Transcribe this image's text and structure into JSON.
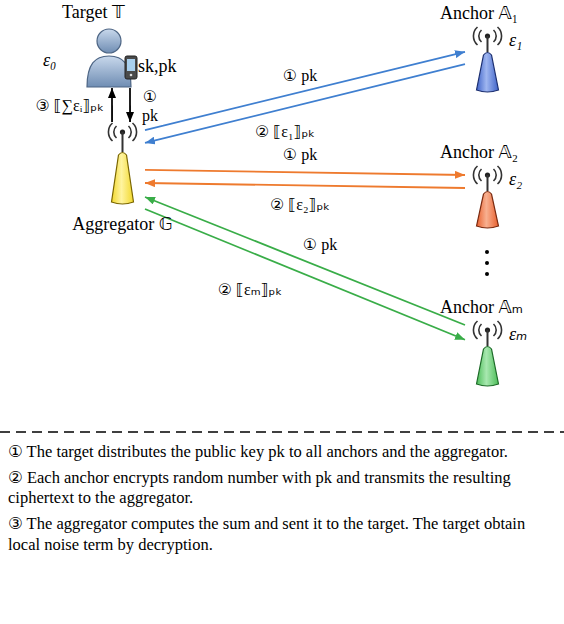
{
  "diagram": {
    "nodes": [
      {
        "text": [
          "Target 𝕋",
          "ε₀",
          "sk,pk"
        ]
      },
      {
        "text": [
          "Aggregator 𝔾"
        ]
      },
      {
        "text": [
          "Anchor 𝔸₁",
          "ε₁"
        ]
      },
      {
        "text": [
          "Anchor 𝔸₂",
          "ε₂"
        ]
      },
      {
        "text": [
          "Anchor 𝔸ₘ",
          "εₘ"
        ]
      }
    ],
    "edges": [
      {
        "from": 0,
        "to": 1,
        "arrow": "to",
        "label": "① pk"
      },
      {
        "from": 1,
        "to": 0,
        "arrow": "to",
        "label": "③ ⟦∑εᵢ⟧ₚₖ"
      },
      {
        "from": 1,
        "to": 2,
        "arrow": "to",
        "label": "① pk"
      },
      {
        "from": 2,
        "to": 1,
        "arrow": "to",
        "label": "② ⟦ε₁⟧ₚₖ"
      },
      {
        "from": 1,
        "to": 3,
        "arrow": "to",
        "label": "① pk"
      },
      {
        "from": 3,
        "to": 1,
        "arrow": "to",
        "label": "② ⟦ε₂⟧ₚₖ"
      },
      {
        "from": 4,
        "to": 1,
        "arrow": "to",
        "label": "① pk"
      },
      {
        "from": 1,
        "to": 4,
        "arrow": "to",
        "label": "② ⟦εₘ⟧ₚₖ"
      }
    ],
    "labels": [
      "① The target distributes the public key pk to all anchors and the aggregator.",
      "② Each anchor encrypts random number with pk and transmits the resulting ciphertext to the aggregator.",
      "③ The aggregator computes the sum and sent it to the target. The target obtain local noise term by decryption."
    ]
  }
}
